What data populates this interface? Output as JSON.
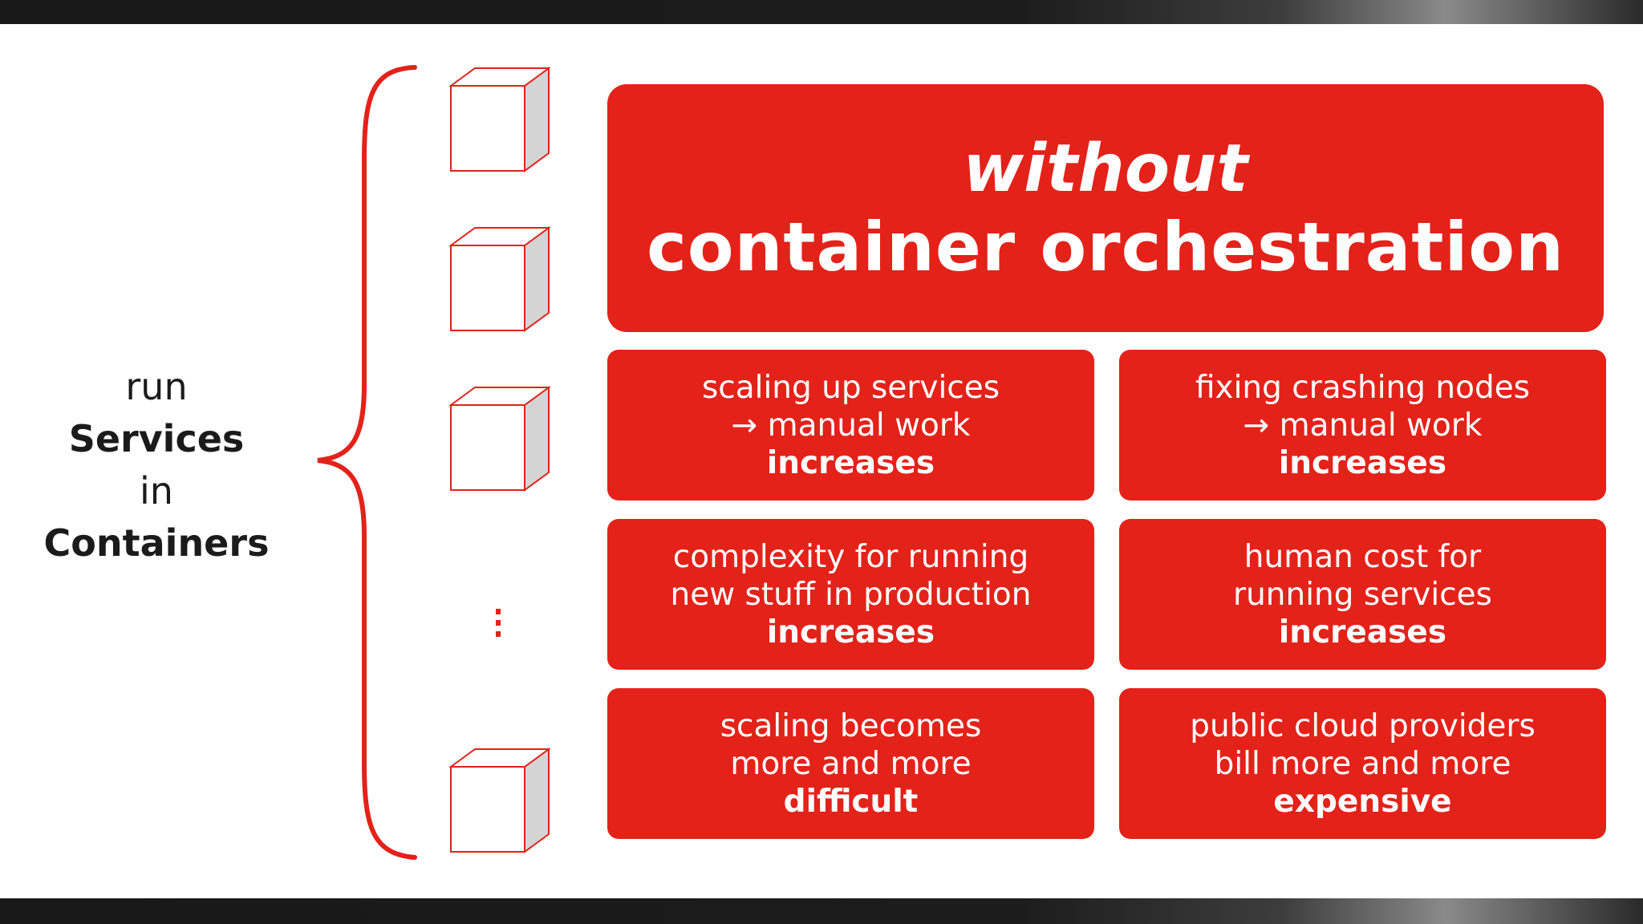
{
  "left_label": {
    "line1": "run",
    "line2": "Services",
    "line3": "in",
    "line4": "Containers"
  },
  "header": {
    "line1": "without",
    "line2": "container orchestration"
  },
  "cells": [
    {
      "lines": [
        "scaling up services",
        "→ manual work"
      ],
      "emphasis": "increases"
    },
    {
      "lines": [
        "fixing crashing nodes",
        "→ manual work"
      ],
      "emphasis": "increases"
    },
    {
      "lines": [
        "complexity for running",
        "new stuff in production"
      ],
      "emphasis": "increases"
    },
    {
      "lines": [
        "human cost for",
        "running services"
      ],
      "emphasis": "increases"
    },
    {
      "lines": [
        "scaling becomes",
        "more and more"
      ],
      "emphasis": "difficult"
    },
    {
      "lines": [
        "public cloud providers",
        "bill more and more"
      ],
      "emphasis": "expensive"
    }
  ],
  "colors": {
    "accent_red": "#e3221a",
    "text_dark": "#1b1b1b",
    "cube_side": "#d4d4d4"
  }
}
